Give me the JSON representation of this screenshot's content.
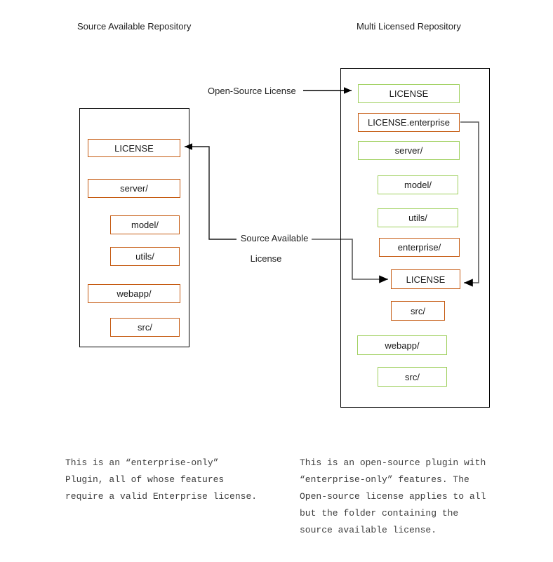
{
  "diagram": {
    "left_repo": {
      "title": "Source Available Repository",
      "items": [
        {
          "label": "LICENSE",
          "license": "source-available"
        },
        {
          "label": "server/",
          "license": "source-available"
        },
        {
          "label": "model/",
          "license": "source-available"
        },
        {
          "label": "utils/",
          "license": "source-available"
        },
        {
          "label": "webapp/",
          "license": "source-available"
        },
        {
          "label": "src/",
          "license": "source-available"
        }
      ],
      "caption": "This is an “enterprise-only”\nPlugin, all of whose features\nrequire a valid Enterprise license."
    },
    "right_repo": {
      "title": "Multi Licensed Repository",
      "items": [
        {
          "label": "LICENSE",
          "license": "open-source"
        },
        {
          "label": "LICENSE.enterprise",
          "license": "source-available"
        },
        {
          "label": "server/",
          "license": "open-source"
        },
        {
          "label": "model/",
          "license": "open-source"
        },
        {
          "label": "utils/",
          "license": "open-source"
        },
        {
          "label": "enterprise/",
          "license": "source-available"
        },
        {
          "label": "LICENSE",
          "license": "source-available"
        },
        {
          "label": "src/",
          "license": "source-available"
        },
        {
          "label": "webapp/",
          "license": "open-source"
        },
        {
          "label": "src/",
          "license": "open-source"
        }
      ],
      "caption": "This is an open-source plugin with\n“enterprise-only” features. The\nOpen-source license applies to all\nbut the folder containing the\nsource available license."
    },
    "connector_labels": {
      "open_source": "Open-Source License",
      "source_available_line1": "Source Available",
      "source_available_line2": "License"
    },
    "colors": {
      "source_available_border": "#c55a11",
      "open_source_border": "#9fd05e",
      "repo_border": "#000000",
      "connector_dark": "#000000",
      "connector_grey": "#595959"
    }
  }
}
